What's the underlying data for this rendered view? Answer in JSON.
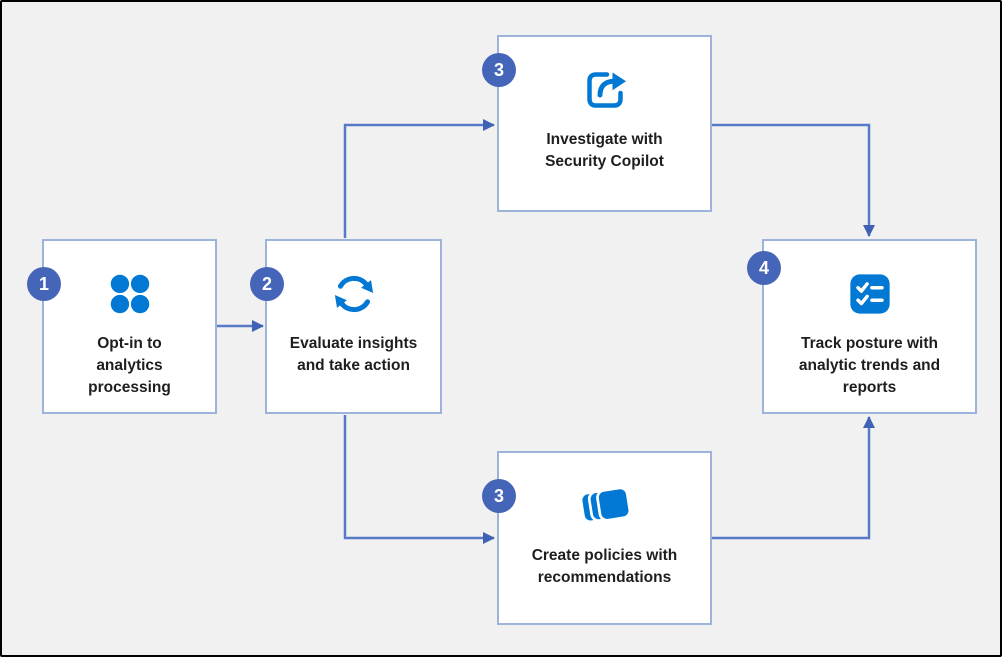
{
  "diagram": {
    "steps": [
      {
        "number": "1",
        "label": "Opt-in to analytics processing",
        "icon": "apps-dots-icon"
      },
      {
        "number": "2",
        "label": "Evaluate insights and take action",
        "icon": "sync-arrows-icon"
      },
      {
        "number": "3",
        "label": "Investigate with Security Copilot",
        "icon": "share-arrow-icon"
      },
      {
        "number": "3",
        "label": "Create policies with recommendations",
        "icon": "stacked-cards-icon"
      },
      {
        "number": "4",
        "label": "Track posture with analytic trends and reports",
        "icon": "checklist-icon"
      }
    ],
    "colors": {
      "background": "#f1f1f2",
      "box_fill": "#ffffff",
      "box_border": "#9db3da",
      "badge_blue": "#4565b8",
      "icon_blue": "#0078d4",
      "connector_blue": "#567ac8",
      "arrowhead_blue": "#3f62b4",
      "text": "#1e1e1e",
      "frame_border": "#000000"
    }
  }
}
